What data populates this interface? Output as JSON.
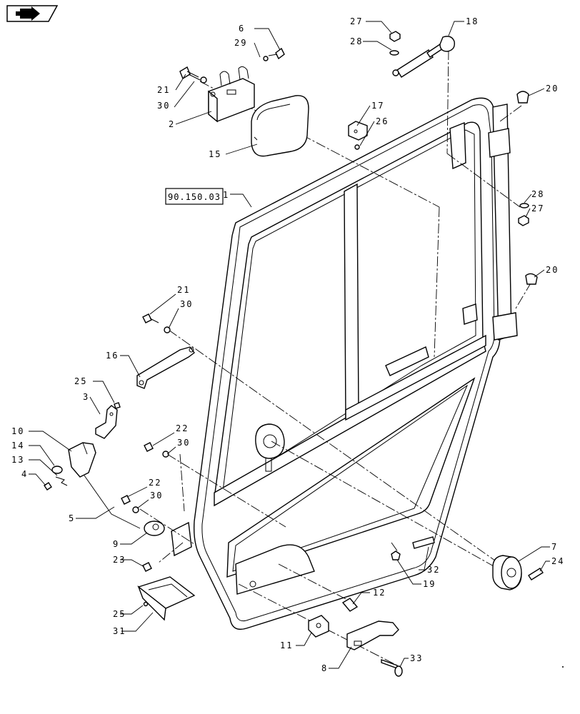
{
  "nav": {
    "icon": "arrow-next-icon"
  },
  "reference": {
    "label": "90.150.03"
  },
  "callouts": [
    {
      "id": "c1",
      "label": "1"
    },
    {
      "id": "c2",
      "label": "2"
    },
    {
      "id": "c3",
      "label": "3"
    },
    {
      "id": "c4",
      "label": "4"
    },
    {
      "id": "c5",
      "label": "5"
    },
    {
      "id": "c6",
      "label": "6"
    },
    {
      "id": "c7",
      "label": "7"
    },
    {
      "id": "c8",
      "label": "8"
    },
    {
      "id": "c9",
      "label": "9"
    },
    {
      "id": "c10",
      "label": "10"
    },
    {
      "id": "c11",
      "label": "11"
    },
    {
      "id": "c12",
      "label": "12"
    },
    {
      "id": "c13",
      "label": "13"
    },
    {
      "id": "c14",
      "label": "14"
    },
    {
      "id": "c15",
      "label": "15"
    },
    {
      "id": "c16",
      "label": "16"
    },
    {
      "id": "c17",
      "label": "17"
    },
    {
      "id": "c18",
      "label": "18"
    },
    {
      "id": "c19",
      "label": "19"
    },
    {
      "id": "c20a",
      "label": "20"
    },
    {
      "id": "c20b",
      "label": "20"
    },
    {
      "id": "c21a",
      "label": "21"
    },
    {
      "id": "c21b",
      "label": "21"
    },
    {
      "id": "c22a",
      "label": "22"
    },
    {
      "id": "c22b",
      "label": "22"
    },
    {
      "id": "c23",
      "label": "23"
    },
    {
      "id": "c24",
      "label": "24"
    },
    {
      "id": "c25a",
      "label": "25"
    },
    {
      "id": "c25b",
      "label": "25"
    },
    {
      "id": "c26",
      "label": "26"
    },
    {
      "id": "c27a",
      "label": "27"
    },
    {
      "id": "c27b",
      "label": "27"
    },
    {
      "id": "c28a",
      "label": "28"
    },
    {
      "id": "c28b",
      "label": "28"
    },
    {
      "id": "c29",
      "label": "29"
    },
    {
      "id": "c30a",
      "label": "30"
    },
    {
      "id": "c30b",
      "label": "30"
    },
    {
      "id": "c30c",
      "label": "30"
    },
    {
      "id": "c30d",
      "label": "30"
    },
    {
      "id": "c31",
      "label": "31"
    },
    {
      "id": "c32",
      "label": "32"
    },
    {
      "id": "c33",
      "label": "33"
    }
  ]
}
